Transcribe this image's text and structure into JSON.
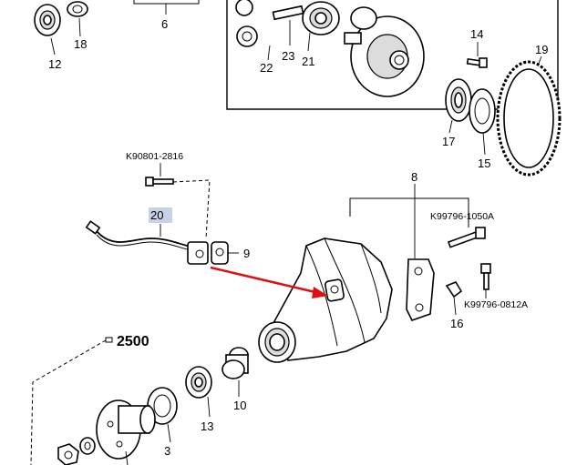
{
  "callouts": {
    "n6": "6",
    "n12": "12",
    "n18": "18",
    "n22": "22",
    "n23": "23",
    "n21": "21",
    "n14": "14",
    "n19": "19",
    "n17": "17",
    "n15": "15",
    "n8": "8",
    "n9": "9",
    "n20": "20",
    "n16": "16",
    "n10": "10",
    "n13": "13",
    "n3": "3",
    "n2500": "2500"
  },
  "part_numbers": {
    "bolt_top": "K90801-2816",
    "bolt_right": "K99796-1050A",
    "bolt_lower_right": "K99796-0812A"
  },
  "colors": {
    "arrow": "#e01010",
    "label_highlight": "#c8d2e6",
    "line": "#000000"
  }
}
